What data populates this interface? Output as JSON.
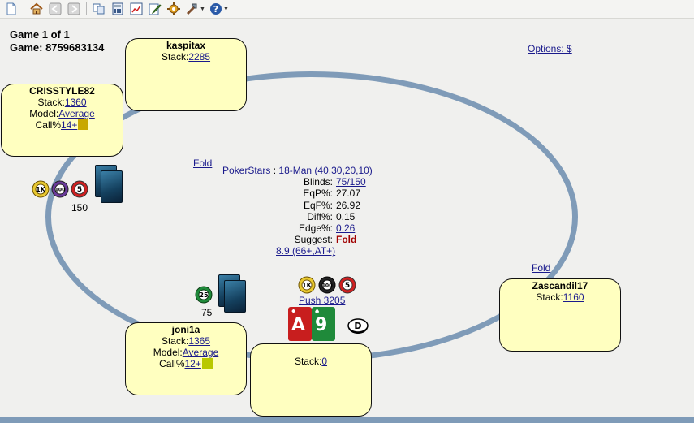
{
  "toolbar": {
    "icons": [
      "new-document-icon",
      "home-icon",
      "back-icon",
      "forward-icon",
      "copy-icon",
      "calculator-icon",
      "chart-icon",
      "edit-icon",
      "settings-icon",
      "tools-icon",
      "help-icon"
    ]
  },
  "game": {
    "line1": "Game 1 of 1",
    "line2": "Game: 8759683134"
  },
  "options_label": "Options: $",
  "seats": {
    "kaspitax": {
      "name": "kaspitax",
      "stack_label": "Stack:",
      "stack": "2285"
    },
    "crisstyle": {
      "name": "CRISSTYLE82",
      "stack_label": "Stack:",
      "stack": "1360",
      "model_label": "Model:",
      "model": "Average",
      "call_label": "Call%",
      "call": "14+",
      "swatch_color": "#c8a800"
    },
    "joni": {
      "name": "joni1a",
      "stack_label": "Stack:",
      "stack": "1365",
      "model_label": "Model:",
      "model": "Average",
      "call_label": "Call%",
      "call": "12+",
      "swatch_color": "#b8c800"
    },
    "hero": {
      "stack_label": "Stack:",
      "stack": "0"
    },
    "zascandil": {
      "name": "Zascandil17",
      "stack_label": "Stack:",
      "stack": "1160"
    }
  },
  "actions": {
    "left_fold": "Fold",
    "right_fold": "Fold",
    "push": "Push 3205",
    "bet_150": "150",
    "bet_75": "75",
    "dealer": "D"
  },
  "center": {
    "site": "PokerStars",
    "sep": ":",
    "structure": "18-Man (40,30,20,10)",
    "blinds_label": "Blinds:",
    "blinds": "75/150",
    "eqp_label": "EqP%:",
    "eqp": "27.07",
    "eqf_label": "EqF%:",
    "eqf": "26.92",
    "diff_label": "Diff%:",
    "diff": "0.15",
    "edge_label": "Edge%:",
    "edge": "0.26",
    "suggest_label": "Suggest:",
    "suggest": "Fold",
    "range": "8.9 (66+,AT+)"
  },
  "hole_cards": [
    {
      "rank": "A",
      "suit": "♦",
      "color": "#c81e1e"
    },
    {
      "rank": "9",
      "suit": "♠",
      "color": "#1f8a3a"
    }
  ],
  "chips": {
    "seat_left": [
      "1K",
      "100",
      "5"
    ],
    "seat_bottom_left": [
      "25"
    ],
    "hero": [
      "1K",
      "100",
      "5"
    ]
  },
  "colors": {
    "ring": "#7f9bb8",
    "seat": "#ffffc0",
    "link": "#1a1a8c",
    "suggest": "#a00000"
  }
}
